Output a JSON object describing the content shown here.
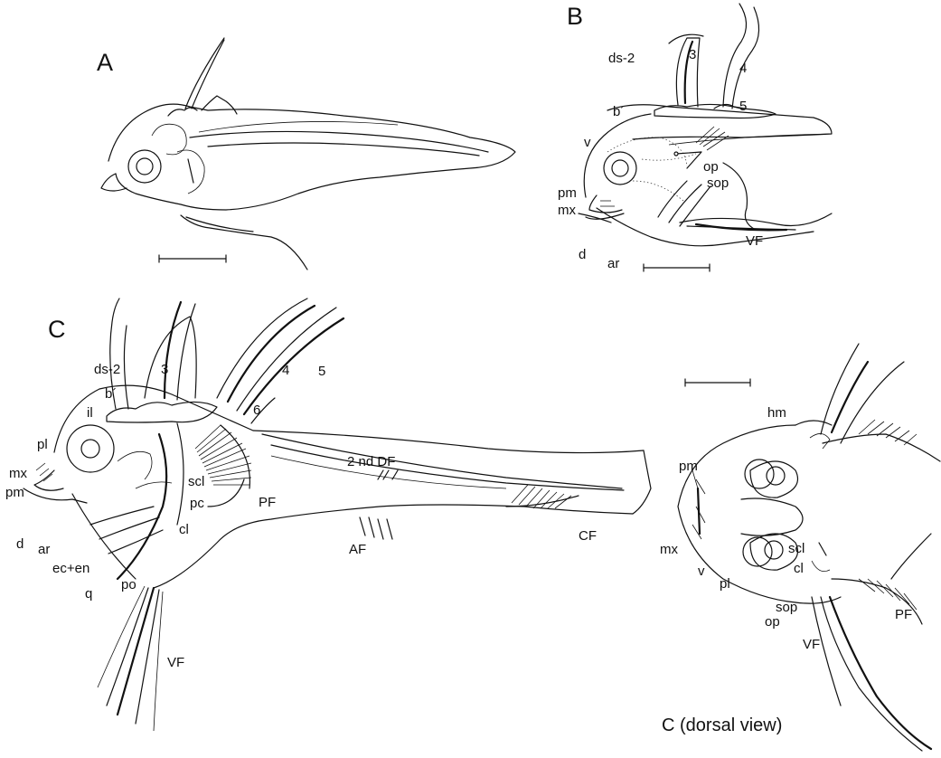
{
  "panels": {
    "a": {
      "letter": "A"
    },
    "b": {
      "letter": "B"
    },
    "c": {
      "letter": "C"
    },
    "d": {
      "caption": "C (dorsal view)"
    }
  },
  "labels": {
    "b": {
      "ds2": "ds-2",
      "n3": "3",
      "n4": "4",
      "n5": "5",
      "bprime": "b´",
      "v": "v",
      "op": "op",
      "sop": "sop",
      "pm": "pm",
      "mx": "mx",
      "d": "d",
      "ar": "ar",
      "vf": "VF"
    },
    "c": {
      "ds2": "ds-2",
      "n3": "3",
      "n4": "4",
      "n5": "5",
      "n6": "6",
      "bprime": "b´",
      "il": "il",
      "pl": "pl",
      "mx": "mx",
      "pm": "pm",
      "d": "d",
      "ar": "ar",
      "ecen": "ec+en",
      "q": "q",
      "po": "po",
      "scl": "scl",
      "pc": "pc",
      "cl": "cl",
      "pf": "PF",
      "df2": "2 nd DF",
      "af": "AF",
      "cf": "CF",
      "vf": "VF"
    },
    "d": {
      "hm": "hm",
      "pm": "pm",
      "mx": "mx",
      "v": "v",
      "pl": "pl",
      "scl": "scl",
      "cl": "cl",
      "sop": "sop",
      "op": "op",
      "pf": "PF",
      "vf": "VF"
    }
  }
}
